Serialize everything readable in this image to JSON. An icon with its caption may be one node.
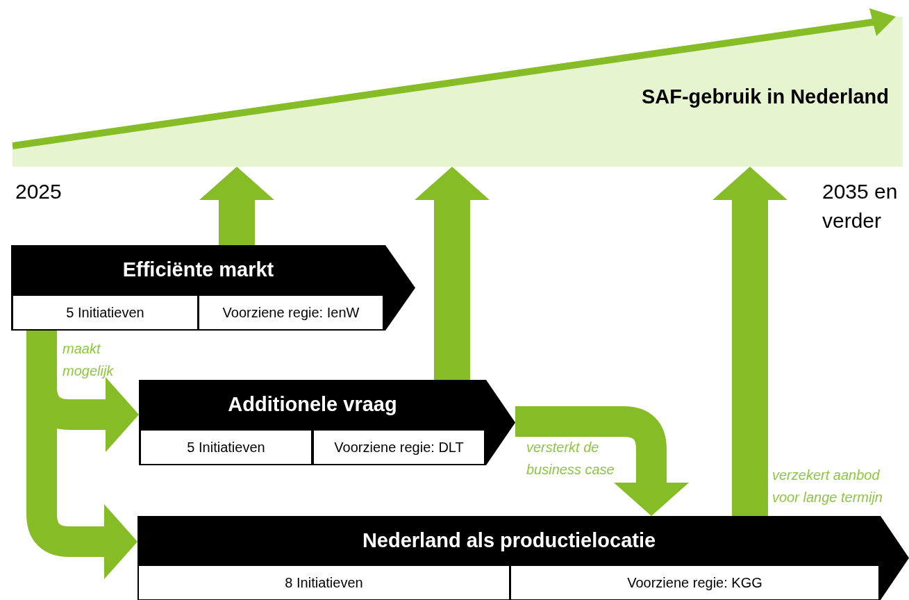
{
  "diagram": {
    "nodes": [
      {
        "text": [
          "SAF-gebruik in Nederland"
        ]
      },
      {
        "text": [
          "Efficiënte markt"
        ]
      },
      {
        "text": [
          "5 Initiatieven"
        ],
        "in": 1
      },
      {
        "text": [
          "Voorziene regie: IenW"
        ],
        "in": 1
      },
      {
        "text": [
          "Additionele vraag"
        ]
      },
      {
        "text": [
          "5 Initiatieven"
        ],
        "in": 4
      },
      {
        "text": [
          "Voorziene regie: DLT"
        ],
        "in": 4
      },
      {
        "text": [
          "Nederland als productielocatie"
        ]
      },
      {
        "text": [
          "8 Initiatieven"
        ],
        "in": 7
      },
      {
        "text": [
          "Voorziene regie: KGG"
        ],
        "in": 7
      }
    ],
    "edges": [
      {
        "from": 1,
        "to": 0,
        "arrow": "to"
      },
      {
        "from": 4,
        "to": 0,
        "arrow": "to"
      },
      {
        "from": 7,
        "to": 0,
        "arrow": "to",
        "label": "verzekert aanbod voor lange termijn"
      },
      {
        "from": 1,
        "to": 4,
        "arrow": "to",
        "label": "maakt mogelijk"
      },
      {
        "from": 1,
        "to": 7,
        "arrow": "to"
      },
      {
        "from": 4,
        "to": 7,
        "arrow": "to",
        "label": "versterkt de business case"
      }
    ],
    "labels": [
      "2025",
      "2035 en verder"
    ]
  }
}
